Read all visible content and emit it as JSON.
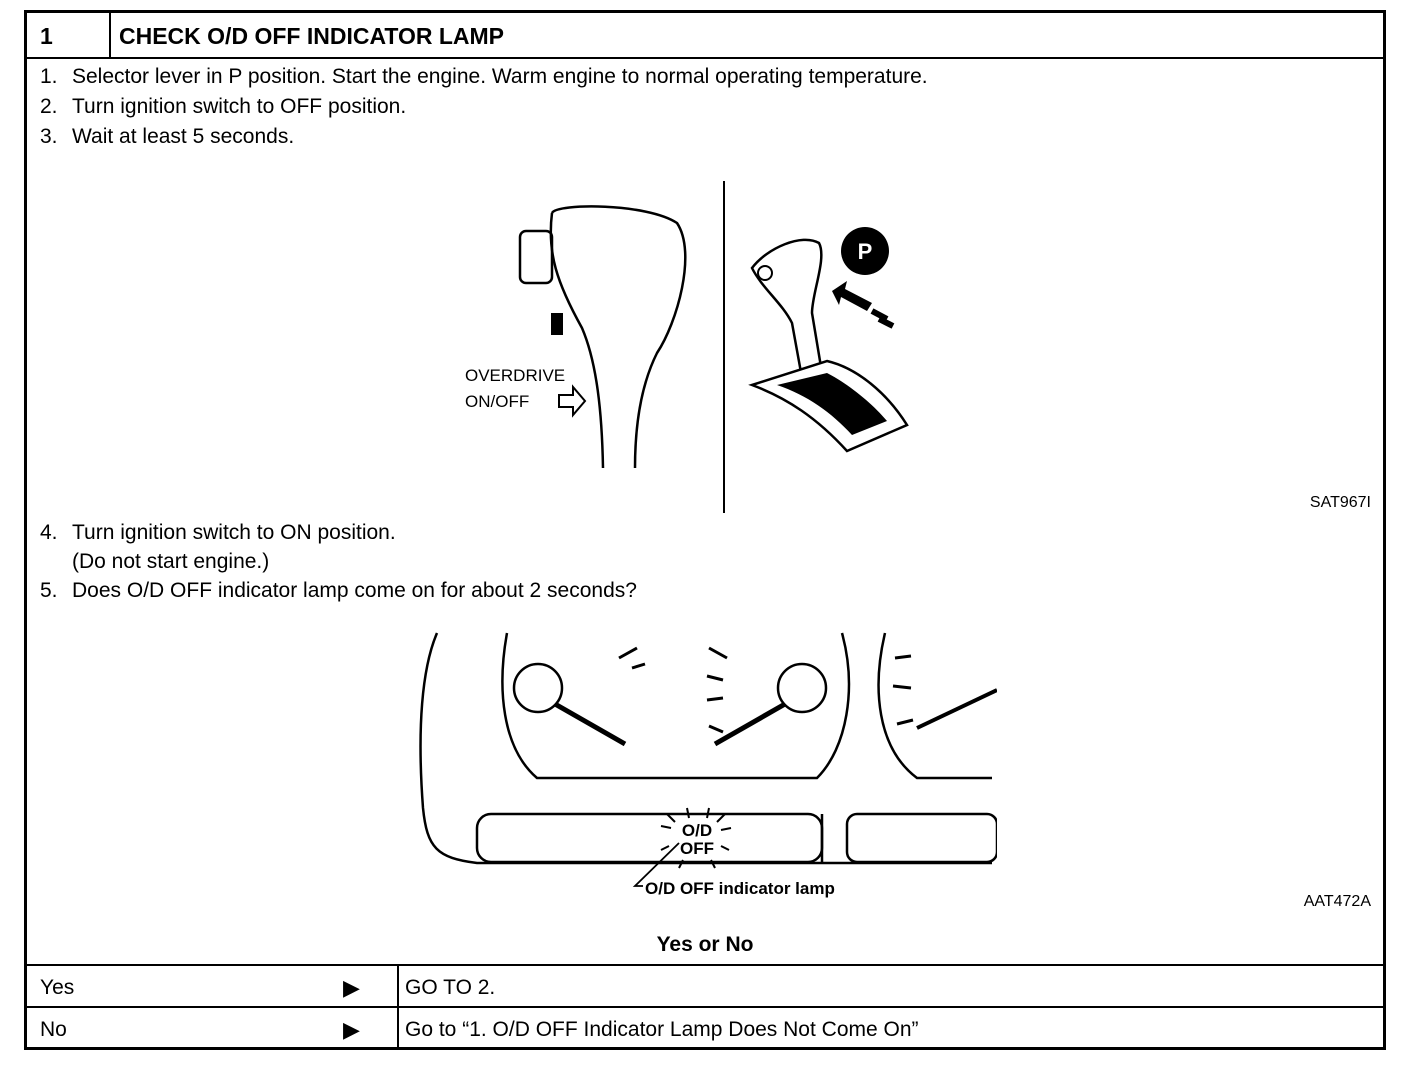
{
  "header": {
    "number": "1",
    "title": "CHECK O/D OFF INDICATOR LAMP"
  },
  "steps_top": [
    {
      "n": "1.",
      "text": "Selector lever in P position. Start the engine. Warm engine to normal operating temperature."
    },
    {
      "n": "2.",
      "text": "Turn ignition switch to OFF position."
    },
    {
      "n": "3.",
      "text": "Wait at least 5 seconds."
    }
  ],
  "figure1": {
    "code": "SAT967I",
    "label_line1": "OVERDRIVE",
    "label_line2": "ON/OFF",
    "p_badge": "P"
  },
  "steps_bottom": [
    {
      "n": "4.",
      "text": "Turn ignition switch to ON position."
    },
    {
      "n": "",
      "text": "(Do not start engine.)"
    },
    {
      "n": "5.",
      "text": "Does O/D OFF indicator lamp come on for about 2 seconds?"
    }
  ],
  "figure2": {
    "code": "AAT472A",
    "lamp_line1": "O/D",
    "lamp_line2": "OFF",
    "callout": "O/D OFF indicator lamp"
  },
  "question": "Yes or No",
  "results": [
    {
      "answer": "Yes",
      "arrow": "▶",
      "action": "GO TO 2."
    },
    {
      "answer": "No",
      "arrow": "▶",
      "action": "Go to “1. O/D OFF Indicator Lamp Does Not Come On”"
    }
  ]
}
